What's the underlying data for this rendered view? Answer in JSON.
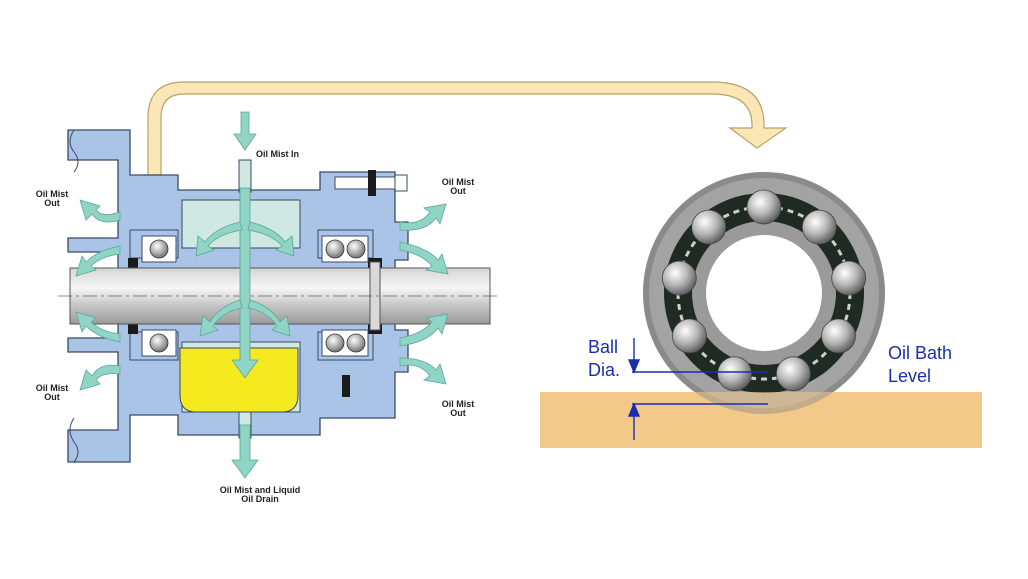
{
  "labels": {
    "oil_mist_in": "Oil Mist In",
    "oil_mist_out_tl": "Oil Mist\nOut",
    "oil_mist_out_tr": "Oil Mist\nOut",
    "oil_mist_out_bl": "Oil Mist\nOut",
    "oil_mist_out_br": "Oil Mist\nOut",
    "drain": "Oil Mist and Liquid\nOil Drain",
    "ball_dia": "Ball\nDia.",
    "oil_bath_level": "Oil Bath\nLevel"
  },
  "colors": {
    "housing": "#a9c4e6",
    "housing_stroke": "#3a4a66",
    "oil_sump": "#f5ea1f",
    "mist_arrow": "#8fd4c4",
    "transfer_arrow": "#fbe7b5",
    "oil_bath": "#f3c98a",
    "bearing_race": "#8a8a8a",
    "dimension_line": "#1a2fb0"
  }
}
